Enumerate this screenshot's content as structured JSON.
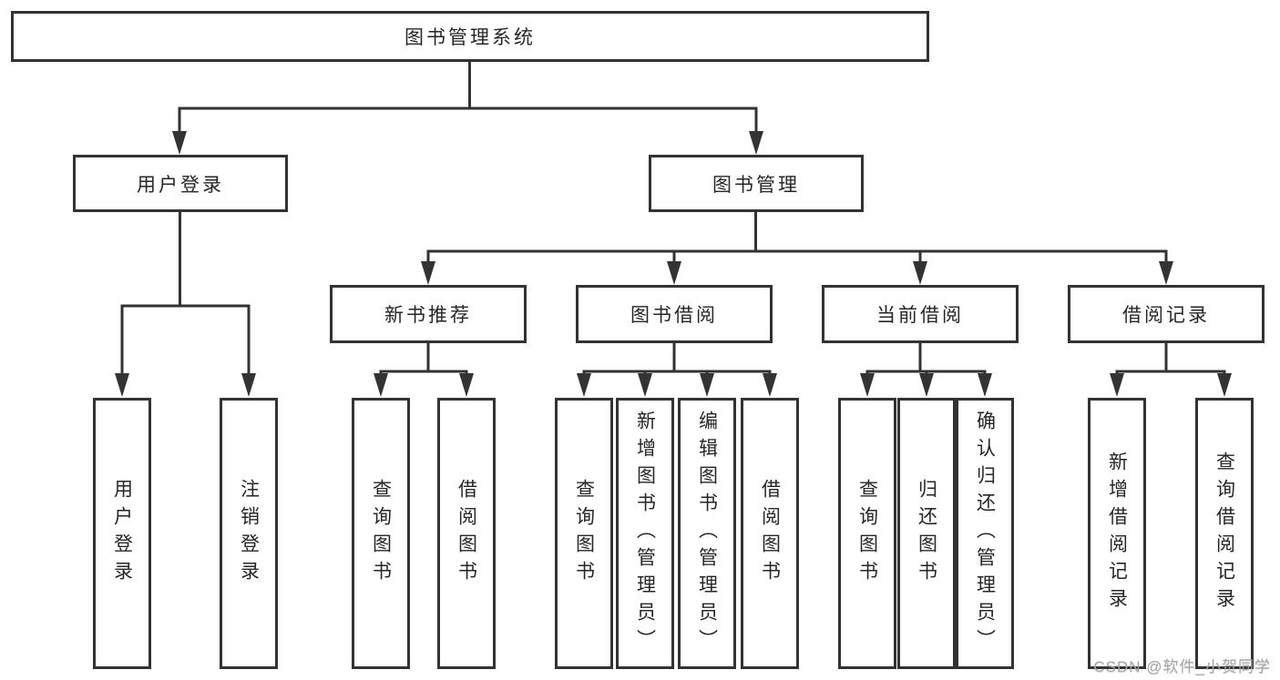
{
  "diagram": {
    "root": {
      "label": "图书管理系统"
    },
    "branches": [
      {
        "label": "用户登录",
        "children": [
          {
            "label": "用户登录"
          },
          {
            "label": "注销登录"
          }
        ]
      },
      {
        "label": "图书管理",
        "groups": [
          {
            "label": "新书推荐",
            "children": [
              {
                "label": "查询图书"
              },
              {
                "label": "借阅图书"
              }
            ]
          },
          {
            "label": "图书借阅",
            "children": [
              {
                "label": "查询图书"
              },
              {
                "label": "新增图书（管理员）"
              },
              {
                "label": "编辑图书（管理员）"
              },
              {
                "label": "借阅图书"
              }
            ]
          },
          {
            "label": "当前借阅",
            "children": [
              {
                "label": "查询图书"
              },
              {
                "label": "归还图书"
              },
              {
                "label": "确认归还（管理员）"
              }
            ]
          },
          {
            "label": "借阅记录",
            "children": [
              {
                "label": "新增借阅记录"
              },
              {
                "label": "查询借阅记录"
              }
            ]
          }
        ]
      }
    ]
  },
  "watermark": {
    "text": "CSDN @软件_小贺同学"
  },
  "colors": {
    "line": "#333333",
    "text": "#262626",
    "background": "#ffffff",
    "watermark": "#a6a6a6"
  }
}
